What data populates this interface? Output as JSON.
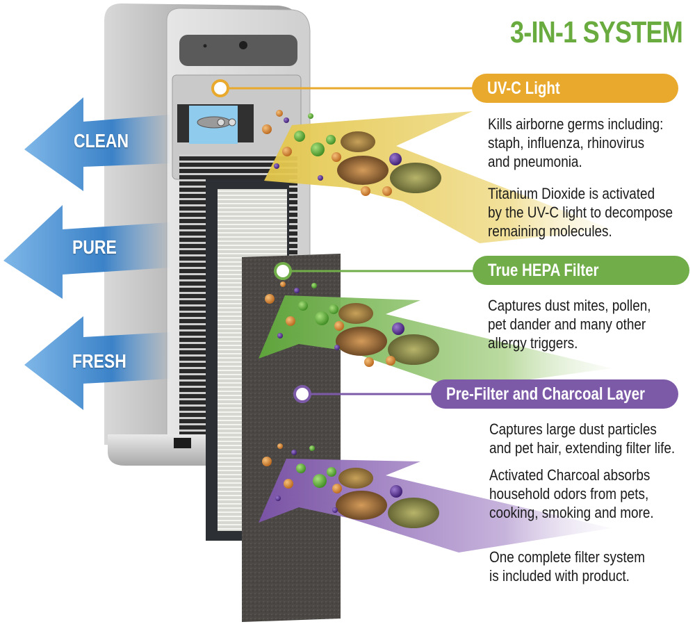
{
  "title": "3-IN-1 SYSTEM",
  "benefits": [
    {
      "label": "CLEAN",
      "icon": "left-arrow-icon"
    },
    {
      "label": "PURE",
      "icon": "left-arrow-icon"
    },
    {
      "label": "FRESH",
      "icon": "left-arrow-icon"
    }
  ],
  "stages": [
    {
      "name": "UV-C Light",
      "color": "#e9a92c",
      "paragraphs": [
        [
          "Kills airborne germs including:",
          "staph, influenza, rhinovirus",
          "and pneumonia."
        ],
        [
          "Titanium Dioxide is activated",
          "by the UV-C light to decompose",
          "remaining molecules."
        ]
      ]
    },
    {
      "name": "True HEPA Filter",
      "color": "#71ad48",
      "paragraphs": [
        [
          "Captures dust mites, pollen,",
          "pet dander and many other",
          "allergy triggers."
        ]
      ]
    },
    {
      "name": "Pre-Filter and Charcoal Layer",
      "color": "#7c5aa8",
      "paragraphs": [
        [
          "Captures large dust particles",
          "and pet hair, extending filter life."
        ],
        [
          "Activated Charcoal absorbs",
          "household odors from pets,",
          "cooking, smoking and more."
        ],
        [
          "One complete filter system",
          "is included with product."
        ]
      ]
    }
  ],
  "colors": {
    "title_green": "#6aab3f",
    "arrow_blue": "#3b82c8",
    "particle_orange": "#d98a2f",
    "particle_green": "#6fb43f",
    "particle_purple": "#5a2f8f"
  }
}
